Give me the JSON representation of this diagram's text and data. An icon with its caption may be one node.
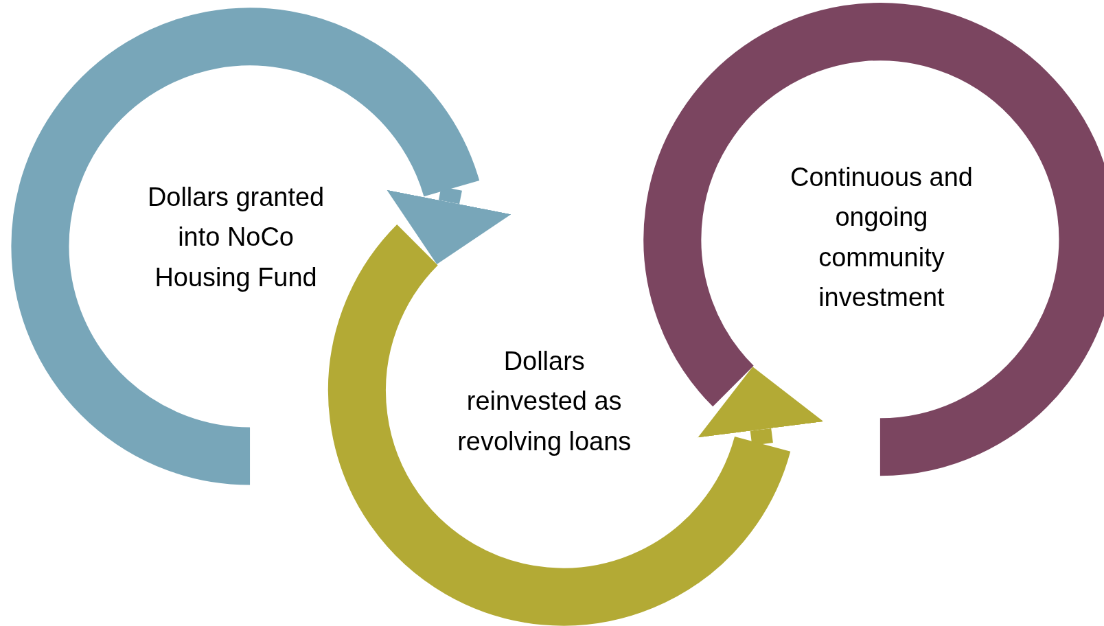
{
  "diagram": {
    "nodes": [
      {
        "text": [
          "Dollars granted into NoCo Housing Fund"
        ]
      },
      {
        "text": [
          "Dollars reinvested as revolving loans"
        ]
      },
      {
        "text": [
          "Continuous and ongoing community investment"
        ]
      }
    ],
    "edges": [
      {
        "from": 0,
        "to": 1,
        "arrow": "to",
        "color": "#78a6b9"
      },
      {
        "from": 1,
        "to": 2,
        "arrow": "to",
        "color": "#b3aa35"
      }
    ]
  }
}
